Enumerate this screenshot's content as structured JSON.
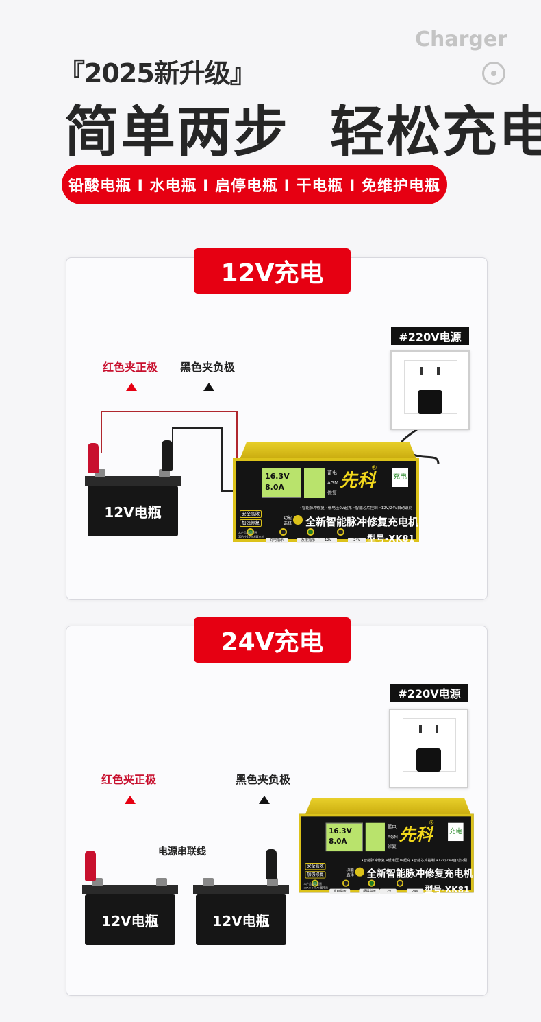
{
  "header": {
    "subtitle": "『2025新升级』",
    "headline": "简单两步  轻松充电",
    "brand_word": "Charger",
    "battery_types": "铅酸电瓶 I 水电瓶 I 启停电瓶 I 干电瓶 I 免维护电瓶"
  },
  "panel_12v": {
    "title": "12V充电",
    "power_label": "#220V电源",
    "red_clip": "红色夹正极",
    "black_clip": "黑色夹负极",
    "battery": "12V电瓶"
  },
  "panel_24v": {
    "title": "24V充电",
    "power_label": "#220V电源",
    "red_clip": "红色夹正极",
    "black_clip": "黑色夹负极",
    "series_wire": "电源串联线",
    "battery_1": "12V电瓶",
    "battery_2": "12V电瓶"
  },
  "charger": {
    "lcd_voltage": "16.3V",
    "lcd_current": "8.0A",
    "mode_1": "蓄电",
    "mode_2": "AGM",
    "mode_3": "修复",
    "brand": "先科",
    "registered": "®",
    "badge": "充电",
    "features": "•智能脉冲修复 •低电压0V起充 •智能芯片控制 •12V/24V自动识别",
    "btn_safe": "安全高效",
    "btn_repair": "加强修复",
    "function_select": "功能选择",
    "product_name": "全新智能脉冲修复充电机",
    "ind_charge": "充电指示",
    "ind_reverse": "反接指示",
    "ind_12v": "12V",
    "ind_24v": "24V",
    "model": "型号-XK81",
    "scope": "本产品适用范围 30AH-200AH蓄电池"
  },
  "colors": {
    "accent_red": "#e60012",
    "charger_yellow": "#dcc21a"
  }
}
